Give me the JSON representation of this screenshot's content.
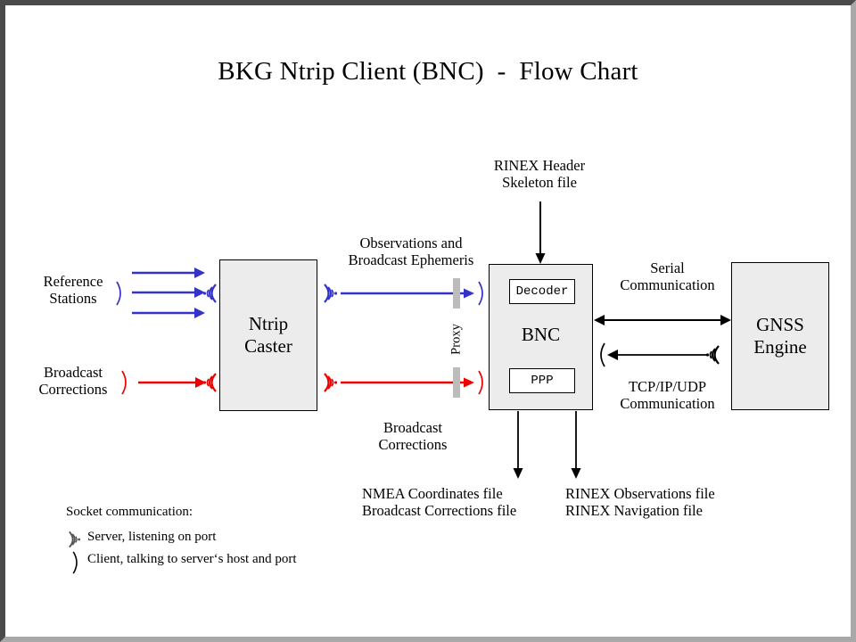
{
  "page": {
    "title": "BKG Ntrip Client (BNC)  -  Flow Chart"
  },
  "colors": {
    "blue": "#3333cc",
    "red": "#ee0000",
    "black": "#000000",
    "node_fill": "#ececec",
    "proxy_bar": "#bcbcbc",
    "frame_dark": "#4a4a4a",
    "frame_light": "#a8a8a8"
  },
  "nodes": {
    "ntrip_caster": {
      "label": "Ntrip\nCaster"
    },
    "bnc": {
      "label": "BNC",
      "decoder": "Decoder",
      "ppp": "PPP"
    },
    "gnss_engine": {
      "label": "GNSS\nEngine"
    }
  },
  "sources": {
    "reference_stations": "Reference\nStations",
    "broadcast_corrections": "Broadcast\nCorrections"
  },
  "flows": {
    "observations": "Observations and\nBroadcast Ephemeris",
    "broadcast_corrections": "Broadcast\nCorrections",
    "rinex_header": "RINEX Header\nSkeleton file",
    "proxy": "Proxy",
    "serial": "Serial\nCommunication",
    "tcpip": "TCP/IP/UDP\nCommunication"
  },
  "outputs": {
    "left": "NMEA Coordinates file\nBroadcast Corrections file",
    "right": "RINEX Observations file\nRINEX Navigation file"
  },
  "legend": {
    "heading": "Socket communication:",
    "server": "Server, listening  on port",
    "client": "Client, talking to server‘s host and port",
    "server_icon": "server-antenna-icon",
    "client_icon": "client-paren-icon"
  }
}
